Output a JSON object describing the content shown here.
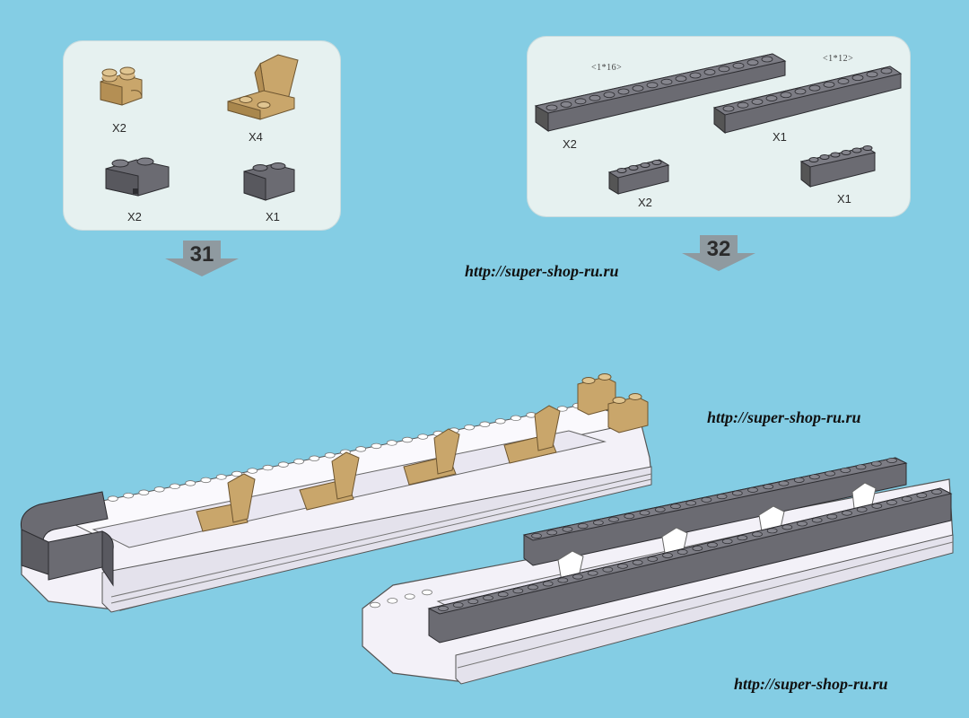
{
  "step31": {
    "number": "31",
    "parts": [
      {
        "qty": "X2",
        "icon": "tan-round-brick-icon"
      },
      {
        "qty": "X4",
        "icon": "tan-seat-icon"
      },
      {
        "qty": "X2",
        "icon": "gray-round-brick-icon"
      },
      {
        "qty": "X1",
        "icon": "gray-brick-1x2-icon"
      }
    ]
  },
  "step32": {
    "number": "32",
    "parts": [
      {
        "qty": "X2",
        "spec": "<1*16>",
        "icon": "gray-plate-1x16-icon"
      },
      {
        "qty": "X1",
        "spec": "<1*12>",
        "icon": "gray-plate-1x12-icon"
      },
      {
        "qty": "X2",
        "icon": "gray-brick-1x4-icon"
      },
      {
        "qty": "X1",
        "icon": "gray-brick-1x6-icon"
      }
    ]
  },
  "watermarks": [
    "http://super-shop-ru.ru",
    "http://super-shop-ru.ru",
    "http://super-shop-ru.ru"
  ],
  "colors": {
    "background": "#84cde4",
    "panel": "#e6f1f0",
    "tan": "#c9a66b",
    "gray": "#6b6b72",
    "white_brick": "#f3f1f8",
    "arrow": "#8f9aa0"
  }
}
